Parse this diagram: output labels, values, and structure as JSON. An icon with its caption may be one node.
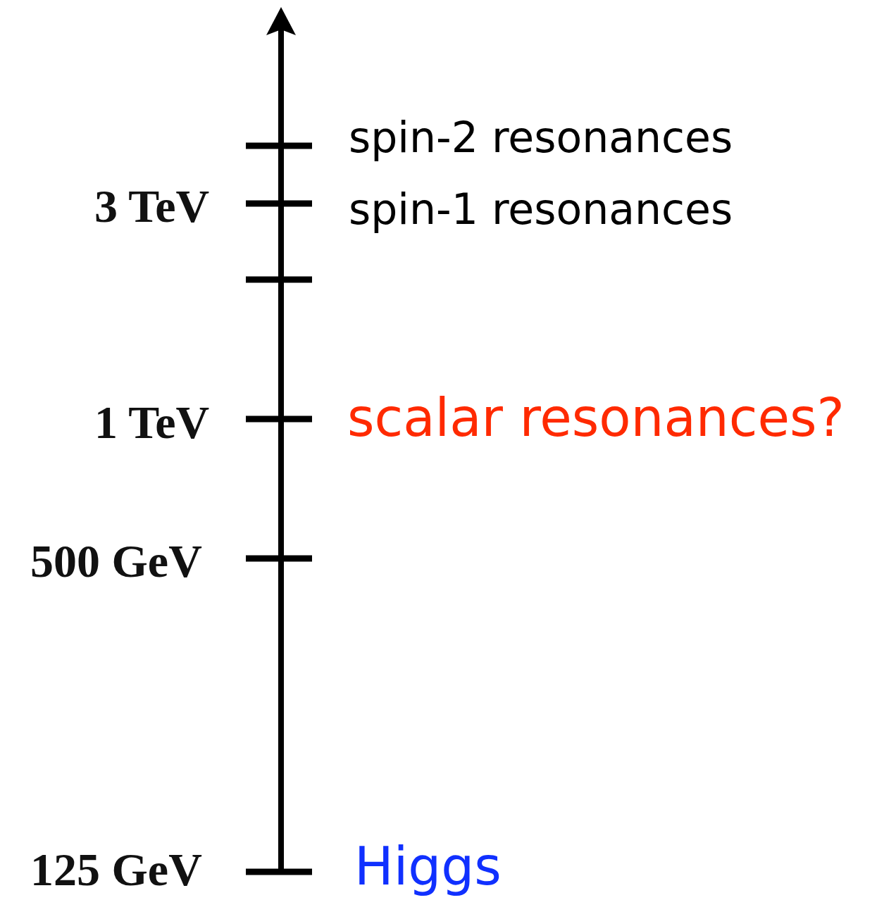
{
  "diagram": {
    "labels": [
      "spin-2 resonances",
      "3 TeV",
      "spin-1 resonances",
      "1 TeV",
      "scalar resonances?",
      "500 GeV",
      "125 GeV",
      "Higgs"
    ]
  }
}
